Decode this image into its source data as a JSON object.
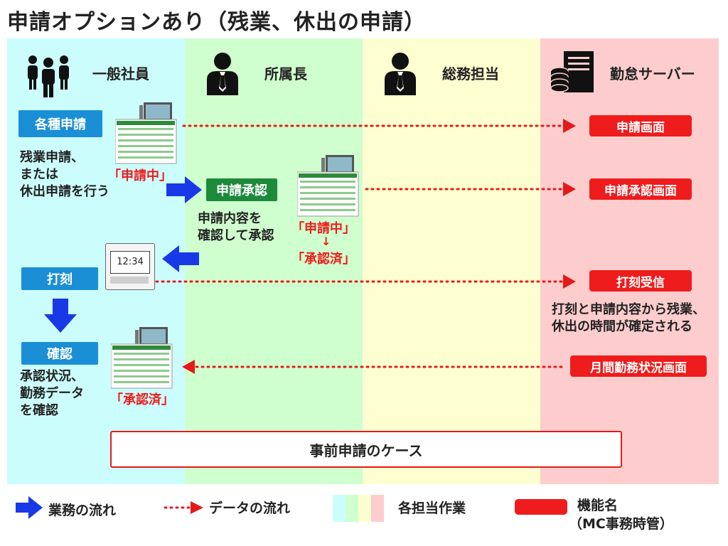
{
  "title": "申請オプションあり（残業、休出の申請）",
  "lanes": [
    {
      "label": "一般社員",
      "color": "#ccfdfd"
    },
    {
      "label": "所属長",
      "color": "#cfffce"
    },
    {
      "label": "総務担当",
      "color": "#feffd0"
    },
    {
      "label": "勤怠サーバー",
      "color": "#fdcdcd"
    }
  ],
  "employee": {
    "step1_label": "各種申請",
    "step1_desc": [
      "残業申請、",
      "または",
      "休出申請を行う"
    ],
    "status_pending": "「申請中」",
    "step2_label": "打刻",
    "step3_label": "確認",
    "step3_desc": [
      "承認状況、",
      "勤務データ",
      "を確認"
    ],
    "status_approved": "「承認済」"
  },
  "manager": {
    "label": "申請承認",
    "desc": [
      "申請内容を",
      "確認して承認"
    ],
    "status_from": "「申請中」",
    "status_arrow": "↓",
    "status_to": "「承認済」"
  },
  "server": {
    "screen1": "申請画面",
    "screen2": "申請承認画面",
    "screen3": "打刻受信",
    "screen3_desc": [
      "打刻と申請内容から残業、",
      "休出の時間が確定される"
    ],
    "screen4": "月間勤務状況画面"
  },
  "terminal": {
    "time": "12:34"
  },
  "case_label": "事前申請のケース",
  "legend": {
    "work_flow": "業務の流れ",
    "data_flow": "データの流れ",
    "tasks": "各担当作業",
    "function_name": [
      "機能名",
      "（MC事務時管）"
    ]
  },
  "colors": {
    "flow_blue": "#1a39e6",
    "data_red": "#e41a1a",
    "label_blue": "#1b8fd6",
    "label_green": "#1d8a3b",
    "label_red": "#ee1c1c"
  }
}
